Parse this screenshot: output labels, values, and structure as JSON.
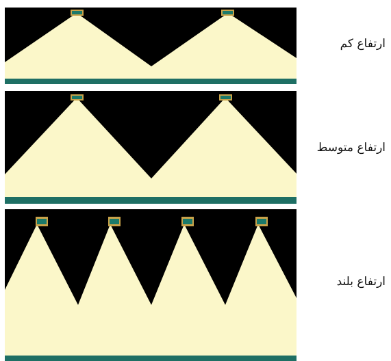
{
  "colors": {
    "background": "#000000",
    "light_beam": "#fbf7c9",
    "floor": "#1e6f64",
    "fixture_body": "#1b7a6a",
    "fixture_frame": "#c9a34a"
  },
  "panels": [
    {
      "label": "ارتفاع کم",
      "fixture_count": 2
    },
    {
      "label": "ارتفاع متوسط",
      "fixture_count": 2
    },
    {
      "label": "ارتفاع بلند",
      "fixture_count": 4
    }
  ]
}
